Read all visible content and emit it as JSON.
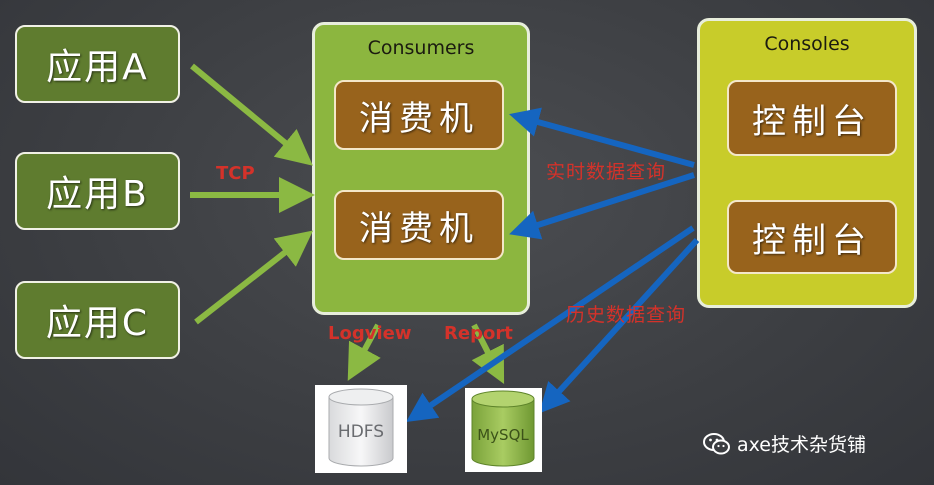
{
  "apps": [
    {
      "label": "应用A"
    },
    {
      "label": "应用B"
    },
    {
      "label": "应用C"
    }
  ],
  "protocol_label": "TCP",
  "consumers": {
    "title": "Consumers",
    "machines": [
      "消费机",
      "消费机"
    ]
  },
  "consoles": {
    "title": "Consoles",
    "machines": [
      "控制台",
      "控制台"
    ]
  },
  "flows": {
    "realtime_query": "实时数据查询",
    "history_query": "历史数据查询",
    "logview": "Logview",
    "report": "Report"
  },
  "storage": [
    {
      "label": "HDFS"
    },
    {
      "label": "MySQL"
    }
  ],
  "watermark": {
    "text": "axe技术杂货铺",
    "icon": "wechat-icon"
  },
  "colors": {
    "app_green": "#5f7c2f",
    "consumer_green": "#8cb63f",
    "console_yellow": "#c8cc2a",
    "machine_brown": "#98631c",
    "arrow_green": "#8bb943",
    "arrow_blue": "#1565c0",
    "label_red": "#d4322a"
  }
}
